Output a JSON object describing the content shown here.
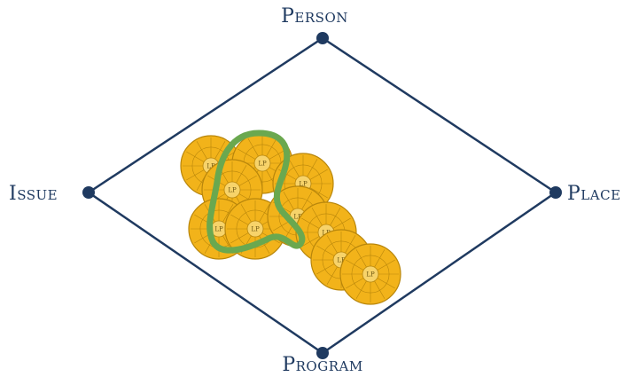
{
  "labels": {
    "top": "Person",
    "right": "Place",
    "bottom": "Program",
    "left": "Issue"
  },
  "colors": {
    "frame": "#1f3a60",
    "node": "#1f3a60",
    "wheel_fill": "#f2b31a",
    "wheel_stroke": "#b8860b",
    "wheel_hub": "#f7d36a",
    "highlight": "#6aa84f"
  },
  "wheel_hub_text": "LP",
  "wheel_count": 10
}
